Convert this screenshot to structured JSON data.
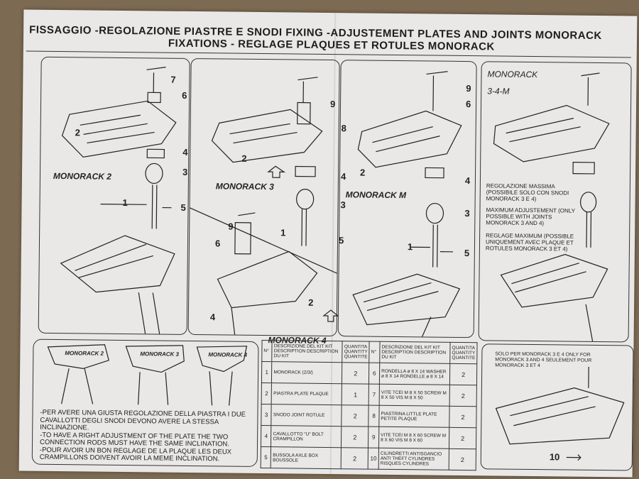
{
  "title": {
    "line1": "FISSAGGIO -REGOLAZIONE  PIASTRE E SNODI   FIXING -ADJUSTEMENT PLATES  AND JOINTS MONORACK",
    "line2": "FIXATIONS - REGLAGE  PLAQUES ET ROTULES  MONORACK"
  },
  "panels": [
    {
      "label": "MONORACK  2",
      "parts": [
        "7",
        "6",
        "2",
        "4",
        "3",
        "1",
        "5"
      ]
    },
    {
      "label": "MONORACK 3",
      "label2": "MONORACK  4",
      "parts": [
        "9",
        "8",
        "2",
        "4",
        "3",
        "1",
        "5",
        "9",
        "6",
        "2",
        "4"
      ]
    },
    {
      "label": "MONORACK M",
      "parts": [
        "9",
        "6",
        "2",
        "4",
        "3",
        "1",
        "5"
      ]
    },
    {
      "label": "MONORACK",
      "sublabel": "3-4-M",
      "note_it": "REGOLAZIONE MASSIMA (POSSIBILE SOLO CON SNODI MONORACK 3 E 4)",
      "note_en": "MAXIMUM ADJUSTEMENT (ONLY POSSIBLE WITH JOINTS MONORACK 3 AND 4)",
      "note_fr": "REGLAGE MAXIMUM (POSSIBLE UNIQUEMENT AVEC PLAQUE ET ROTULES MONORACK 3 ET 4)"
    }
  ],
  "bottom": {
    "badges": [
      "MONORACK 2",
      "MONORACK 3",
      "MONORACK 4"
    ],
    "caption": [
      "-PER  AVERE UNA GIUSTA REGOLAZIONE DELLA PIASTRA I DUE CAVALLOTTI DEGLI SNODI DEVONO AVERE LA STESSA INCLINAZIONE.",
      "-TO HAVE A RIGHT  ADJUSTMENT  OF THE PLATE  THE TWO CONNECTION RODS MUST HAVE THE SAME INCLINATION.",
      "-POUR  AVOIR UN BON REGLAGE DE LA PLAQUE LES  DEUX CRAMPILLONS DOIVENT AVOIR LA MEME INCLINATION."
    ]
  },
  "kit": {
    "headers": [
      "N°",
      "DESCRIZIONE DEL KIT KIT DESCRIPTION DESCRIPTION DU KIT",
      "QUANTITA QUANTITY QUANTITE",
      "N°",
      "DESCRIZIONE DEL KIT KIT DESCRIPTION DESCRIPTION DU KIT",
      "QUANTITA QUANTITY QUANTITE"
    ],
    "rows": [
      {
        "n1": "1",
        "d1": "MONORACK (2/3/)",
        "q1": "2",
        "n2": "6",
        "d2": "RONDELLA ø 8 X 14 WASHER ø 8 X 14 RONDELLE ø 8 X 14",
        "q2": "2"
      },
      {
        "n1": "2",
        "d1": "PIASTRA PLATE PLAQUE",
        "q1": "1",
        "n2": "7",
        "d2": "VITE TCEI M 8 X 50 SCREW M 8 X 50 VIS M 8 X 50",
        "q2": "2"
      },
      {
        "n1": "3",
        "d1": "SNODO JOINT ROTULE",
        "q1": "2",
        "n2": "8",
        "d2": "PIASTRINA LITTLE PLATE PETITE PLAQUE",
        "q2": "2"
      },
      {
        "n1": "4",
        "d1": "CAVALLOTTO \"U\" BOLT CRAMPILLON",
        "q1": "2",
        "n2": "9",
        "d2": "VITE TCEI M 8 X 60 SCREW M 8 X 60 VIS M 8 X 60",
        "q2": "2"
      },
      {
        "n1": "5",
        "d1": "BUSSOLA AXLE BOX BOUSSOLE",
        "q1": "2",
        "n2": "10",
        "d2": "CILINDRETTI ANTISGANCIO ANTI THEFT CYLINDRES RISQUES CYLINDRES",
        "q2": "2"
      }
    ]
  },
  "part10": {
    "note": "SOLO PER  MONORACK 3 E 4 ONLY FOR MONORACK 3 AND 4 SEULEMENT POUR MONORACK 3 ET 4",
    "number": "10"
  }
}
